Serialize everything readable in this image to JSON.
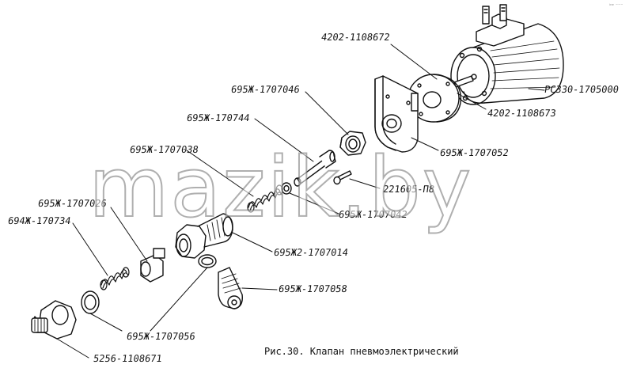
{
  "caption": "Рис.30. Клапан пневмоэлектрический",
  "watermark": "mazik.by",
  "corner_mark": "ᵢₙₑ ₋₋₋",
  "labels": {
    "valve_housing": "РС330-1705000",
    "gasket": "4202-1108672",
    "bracket_plate": "4202-1108673",
    "bracket": "695Ж-1707052",
    "nut": "695Ж-1707046",
    "rod": "695Ж-170744",
    "spring_upper": "695Ж-1707038",
    "screw": "221605-П8",
    "washer_small": "695Ж-1707042",
    "fitting": "695Ж2-1707014",
    "valve_seat": "695Ж-1707026",
    "spring_lower": "694Ж-170734",
    "nipple": "695Ж-1707058",
    "ring": "695Ж-1707056",
    "union": "5256-1108671"
  },
  "colors": {
    "ink": "#111111",
    "paper": "#ffffff"
  }
}
